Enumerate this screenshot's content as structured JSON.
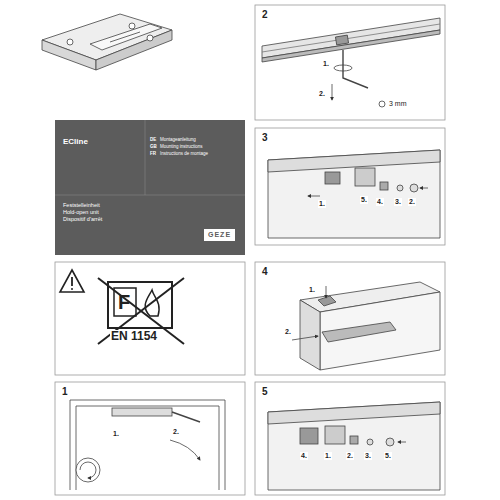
{
  "diagram": {
    "labels": [
      "ECline",
      "DE",
      "Montageanleitung",
      "GB",
      "Mounting instructions",
      "FR",
      "Instructions de montage",
      "Feststelleinheit",
      "Hold-open unit",
      "Dispositif d'arrêt",
      "GEZE",
      "2",
      "1.",
      "2.",
      "3 mm",
      "3",
      "1.",
      "5.",
      "4.",
      "3.",
      "2.",
      "F",
      "EN 1154",
      "4",
      "1.",
      "2.",
      "1",
      "1.",
      "2.",
      "5",
      "4.",
      "1.",
      "2.",
      "3.",
      "5."
    ]
  }
}
